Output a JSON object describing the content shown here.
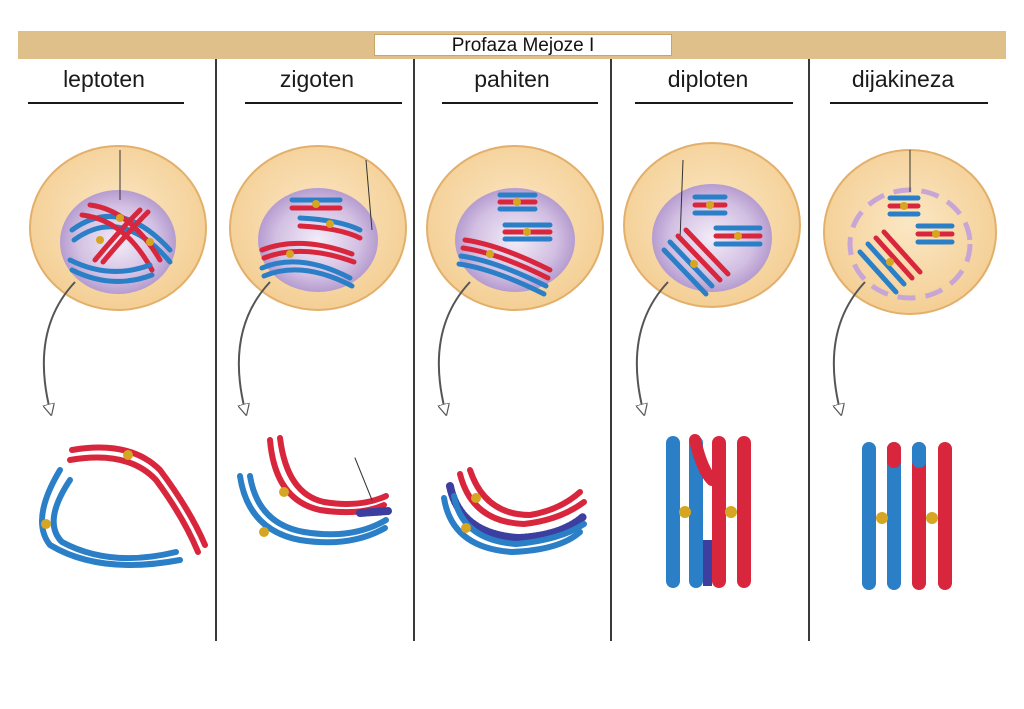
{
  "title": "Profaza Mejoze I",
  "stages": [
    {
      "id": "leptoten",
      "label": "leptoten"
    },
    {
      "id": "zigoten",
      "label": "zigoten"
    },
    {
      "id": "pahiten",
      "label": "pahiten"
    },
    {
      "id": "diploten",
      "label": "diploten"
    },
    {
      "id": "dijakineza",
      "label": "dijakineza"
    }
  ],
  "colors": {
    "maternal": "#d8263c",
    "paternal": "#2a7fc7",
    "cytoplasm": "#f6d6a1",
    "cell_border": "#e3b06c",
    "nucleus": "#c9b3dc",
    "synaptonemal": "#3c3fa0",
    "centromere": "#d6a522",
    "header_bar": "#e0c08a"
  }
}
